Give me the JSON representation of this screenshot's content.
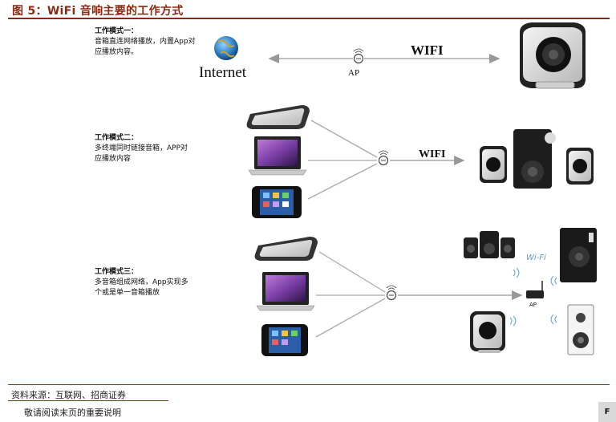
{
  "figure": {
    "title": "图 5：WiFi 音响主要的工作方式"
  },
  "modes": [
    {
      "heading": "工作模式一：",
      "description": "音箱直连网络播放，内置App对应播放内容。"
    },
    {
      "heading": "工作模式二：",
      "description": "多终端同时链接音箱，APP对应播放内容"
    },
    {
      "heading": "工作模式三：",
      "description": "多音箱组成网络，App实现多个或是单一音箱播放"
    }
  ],
  "diagram": {
    "internet_label": "Internet",
    "ap_label": "AP",
    "wifi_label_1": "WIFI",
    "wifi_label_2": "WIFI",
    "wifi_label_3": "Wi-Fi",
    "ap_label_small": "AP"
  },
  "footer": {
    "source": "资料来源：互联网、招商证券",
    "notice": "敬请阅读末页的重要说明",
    "corner": "F"
  },
  "colors": {
    "accent": "#8b2a14",
    "device_dark": "#222222",
    "speaker_silver": "#dcdcdc",
    "wifi_wave": "#5b9bd5"
  }
}
